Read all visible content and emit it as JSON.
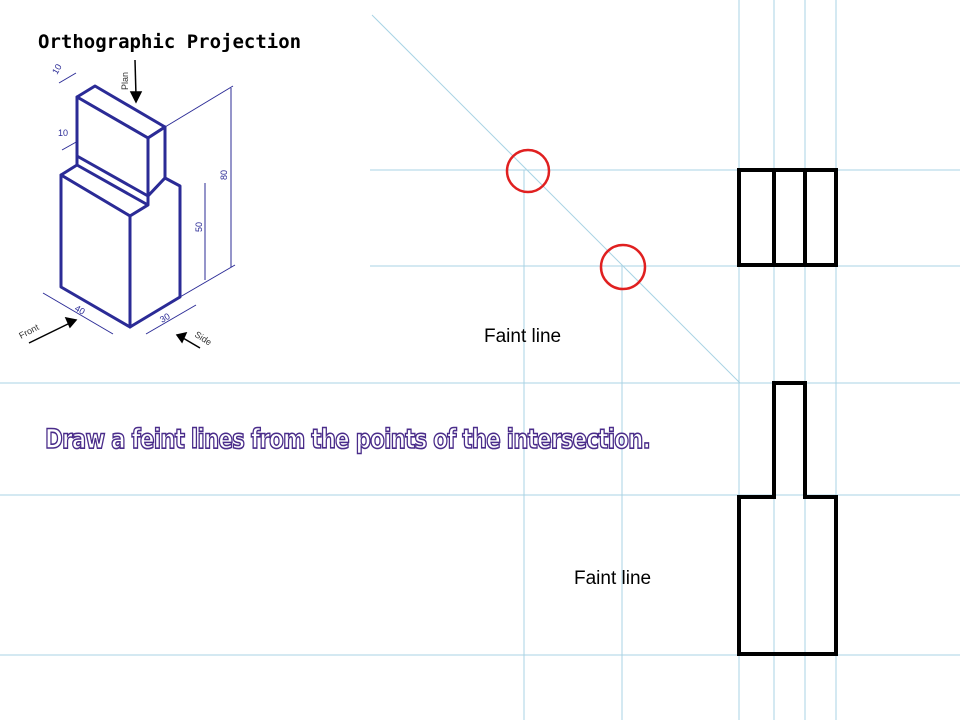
{
  "title": "Orthographic Projection",
  "instruction": "Draw a feint lines from the points of the intersection.",
  "annotations": {
    "faint_line_1": "Faint line",
    "faint_line_2": "Faint line"
  },
  "isometric": {
    "dims": {
      "top_depth": "10",
      "step_depth": "10",
      "total_height": "80",
      "lower_height": "50",
      "width": "40",
      "depth": "30"
    },
    "views": {
      "plan": "Plan",
      "front": "Front",
      "side": "Side"
    }
  },
  "colors": {
    "construction_line": "#a9d3e4",
    "object_outline": "#000000",
    "isometric_outline": "#2b2b96",
    "intersection_marker": "#e02020",
    "instruction_text": "#4a2c8a"
  }
}
